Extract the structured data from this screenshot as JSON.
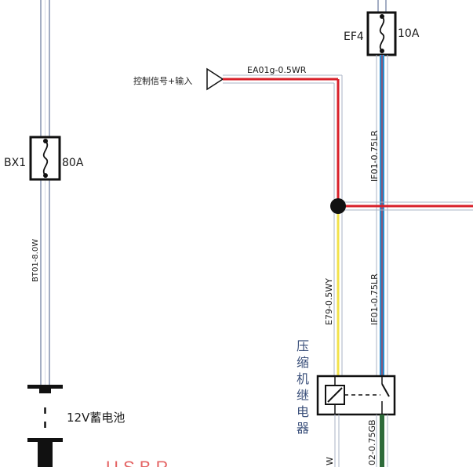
{
  "diagram": {
    "components": {
      "fuse_bx1": {
        "id": "BX1",
        "rating": "80A"
      },
      "fuse_ef4": {
        "id": "EF4",
        "rating": "10A"
      },
      "battery": {
        "label": "12V蓄电池"
      },
      "control_input": {
        "label": "控制信号+输入"
      },
      "relay": {
        "label": [
          "压",
          "缩",
          "机",
          "继",
          "电",
          "器"
        ]
      }
    },
    "wires": {
      "bt01": "BT01-8.0W",
      "ea01g": "EA01g-0.5WR",
      "if01_upper": "IF01-0.75LR",
      "if01_lower": "IF01-0.75LR",
      "e79": "E79-0.5WY",
      "bottom_gb": "02-0.75GB",
      "bottom_w": "W"
    },
    "colors": {
      "red_wire": "#d8202a",
      "blue_wire": "#2a8fd0",
      "yellow_wire": "#f2e24a",
      "green_wire": "#2e6b3a",
      "label_blue": "#3a4f7a",
      "partial_text_red": "#e04a4a"
    }
  }
}
